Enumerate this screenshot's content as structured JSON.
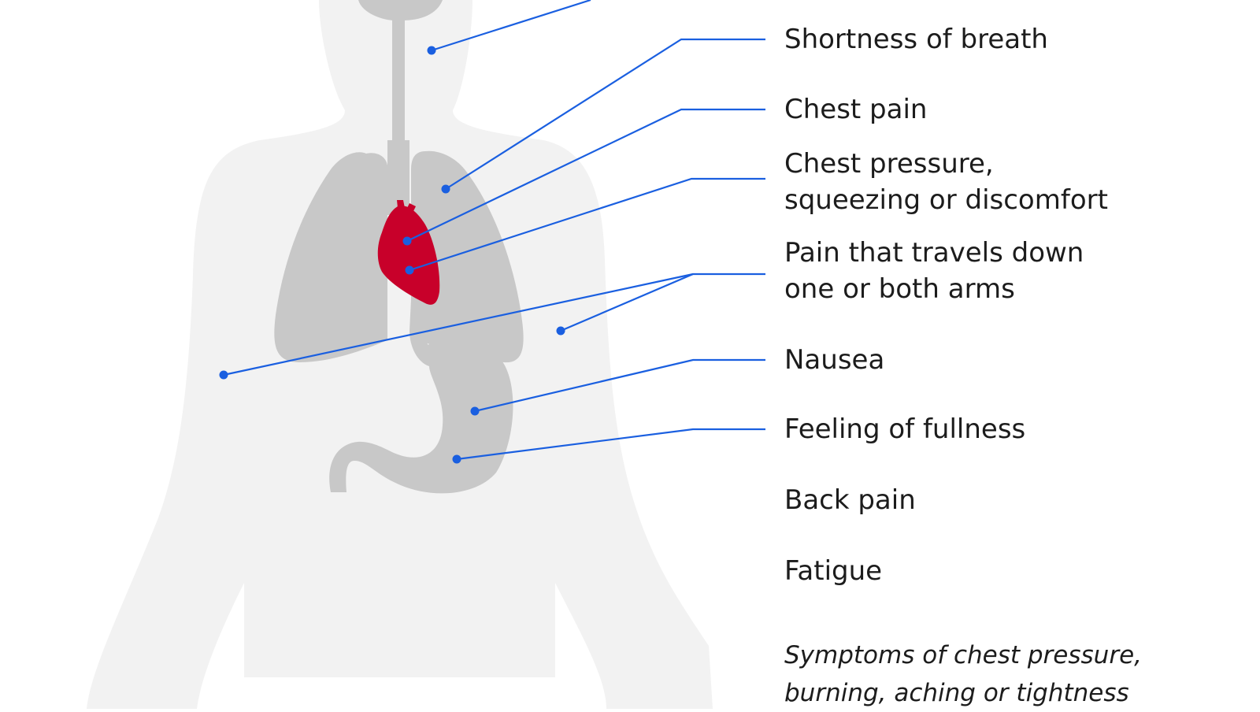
{
  "symptoms": {
    "shortness_of_breath": "Shortness of breath",
    "chest_pain": "Chest pain",
    "chest_pressure": {
      "line1": "Chest pressure,",
      "line2": "squeezing or discomfort"
    },
    "arm_pain": {
      "line1": "Pain that travels down",
      "line2": "one or both arms"
    },
    "nausea": "Nausea",
    "fullness": "Feeling of fullness",
    "back_pain": "Back pain",
    "fatigue": "Fatigue"
  },
  "note": {
    "line1": "Symptoms of chest pressure,",
    "line2": "burning, aching or tightness"
  },
  "colors": {
    "body": "#f2f2f2",
    "organs": "#c8c8c8",
    "heart": "#c8002a",
    "leader_lines": "#1a5fe0",
    "text": "#1c1c1c"
  }
}
